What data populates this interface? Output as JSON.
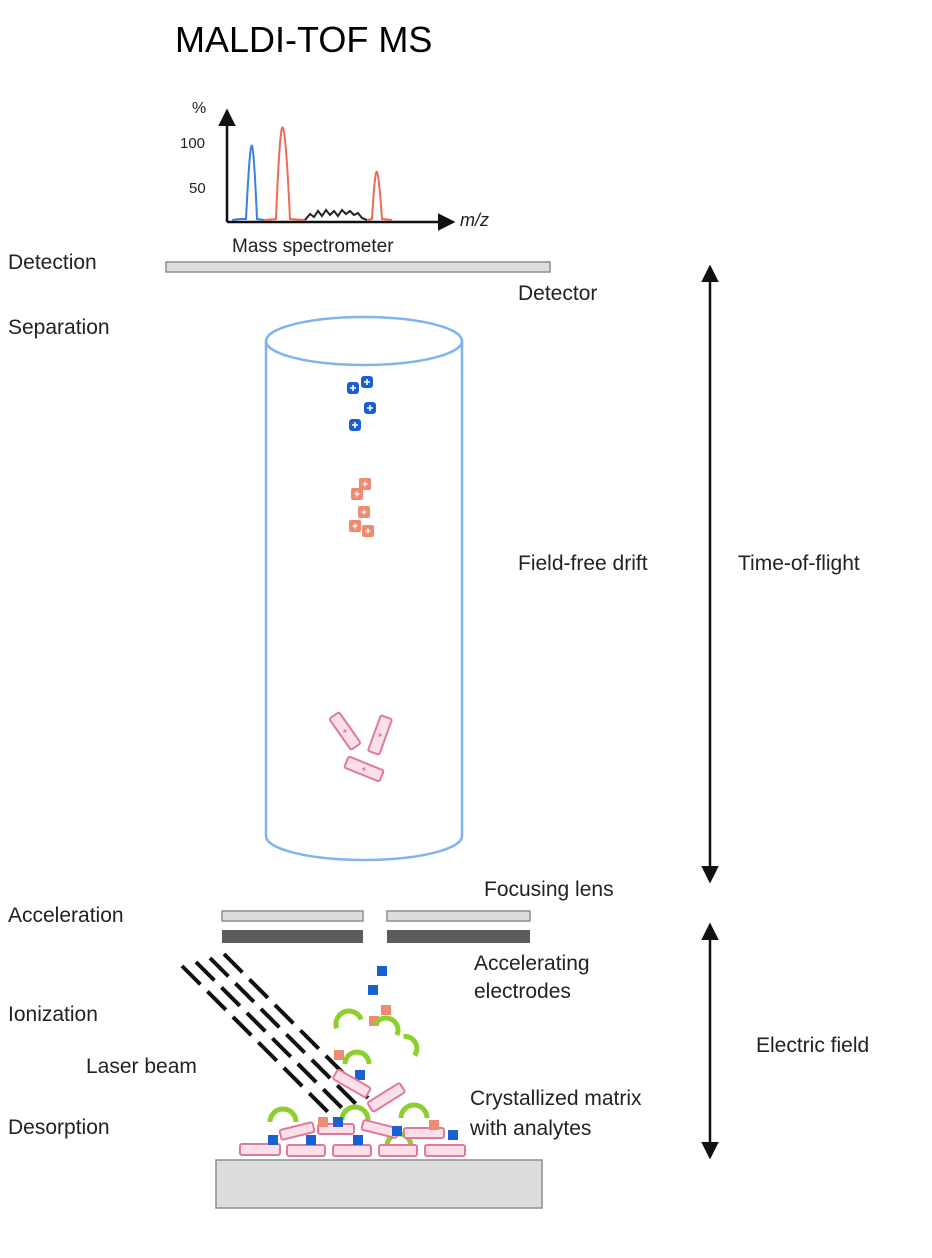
{
  "title": "MALDI-TOF MS",
  "spectrum": {
    "y_unit": "%",
    "y_ticks": [
      "100",
      "50"
    ],
    "x_label": "m/z",
    "caption": "Mass spectrometer"
  },
  "stages": [
    "Detection",
    "Separation",
    "Acceleration",
    "Ionization",
    "Desorption"
  ],
  "parts": {
    "detector": "Detector",
    "drift": "Field-free drift",
    "focusing_lens": "Focusing lens",
    "accelerating": [
      "Accelerating",
      "electrodes"
    ],
    "laser_beam": "Laser beam",
    "matrix": [
      "Crystallized matrix",
      "with analytes"
    ]
  },
  "ranges": {
    "time_of_flight": "Time-of-flight",
    "electric_field": "Electric field"
  },
  "colors": {
    "blue_ion": "#1a5fd6",
    "salmon_ion": "#f08a70",
    "pink_ion_fill": "#fbe0ea",
    "pink_ion_stroke": "#e07a9a",
    "matrix_green": "#8ccf2e",
    "tube_outline": "#7fb4ee",
    "plate_light": "#dcdedd",
    "plate_dark": "#5a5c5c",
    "peak_blue": "#3b7fe0",
    "peak_salmon": "#ee6b5a"
  }
}
